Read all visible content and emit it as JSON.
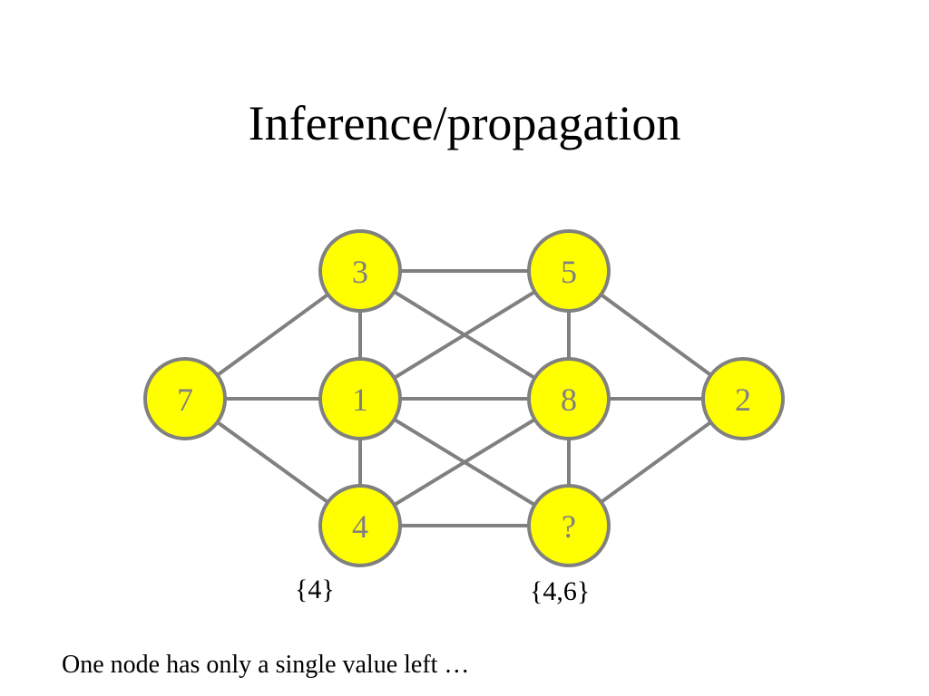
{
  "slide": {
    "title": "Inference/propagation",
    "caption": "One node has only a single value left …"
  },
  "graph": {
    "node_fill": "#ffff00",
    "node_stroke": "#808080",
    "label_color": "#808080",
    "edge_color": "#808080",
    "nodes": [
      {
        "id": "n7",
        "label": "7"
      },
      {
        "id": "n3",
        "label": "3"
      },
      {
        "id": "n1",
        "label": "1"
      },
      {
        "id": "n4",
        "label": "4"
      },
      {
        "id": "n5",
        "label": "5"
      },
      {
        "id": "n8",
        "label": "8"
      },
      {
        "id": "nq",
        "label": "?"
      },
      {
        "id": "n2",
        "label": "2"
      }
    ],
    "edges": [
      [
        "n7",
        "n3"
      ],
      [
        "n7",
        "n1"
      ],
      [
        "n7",
        "n4"
      ],
      [
        "n3",
        "n1"
      ],
      [
        "n1",
        "n4"
      ],
      [
        "n3",
        "n5"
      ],
      [
        "n3",
        "n8"
      ],
      [
        "n1",
        "n5"
      ],
      [
        "n1",
        "n8"
      ],
      [
        "n1",
        "nq"
      ],
      [
        "n4",
        "n8"
      ],
      [
        "n4",
        "nq"
      ],
      [
        "n5",
        "n8"
      ],
      [
        "n8",
        "nq"
      ],
      [
        "n5",
        "n2"
      ],
      [
        "n8",
        "n2"
      ],
      [
        "nq",
        "n2"
      ]
    ],
    "domains": {
      "n4": "{4}",
      "nq": "{4,6}"
    }
  }
}
